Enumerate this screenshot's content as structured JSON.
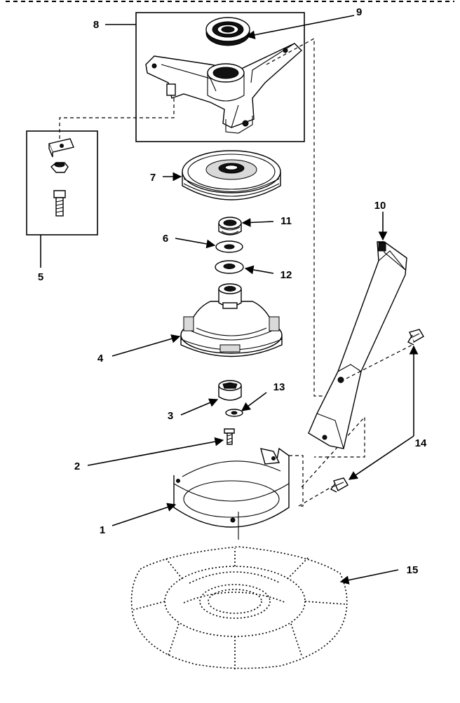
{
  "labels": {
    "1": "1",
    "2": "2",
    "3": "3",
    "4": "4",
    "5": "5",
    "6": "6",
    "7": "7",
    "8": "8",
    "9": "9",
    "10": "10",
    "11": "11",
    "12": "12",
    "13": "13",
    "14": "14",
    "15": "15"
  }
}
